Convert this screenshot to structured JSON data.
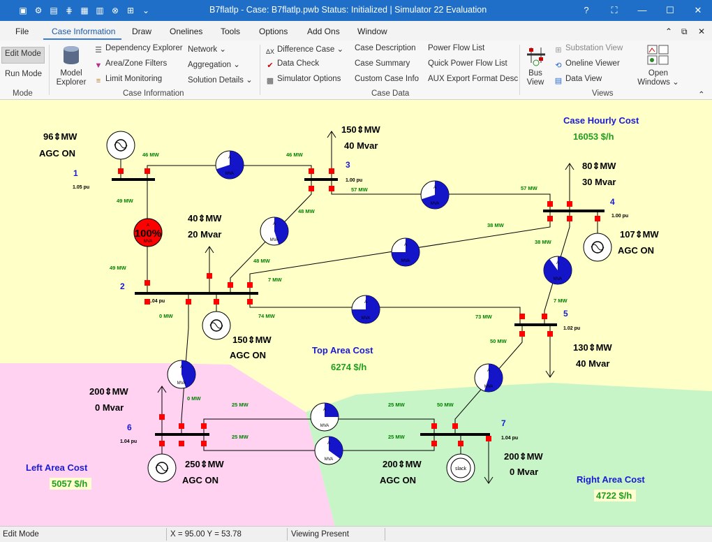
{
  "window": {
    "title": "B7flatlp - Case: B7flatlp.pwb  Status: Initialized | Simulator 22 Evaluation",
    "controls": [
      "?",
      "⛶",
      "—",
      "☐",
      "✕"
    ]
  },
  "menu": {
    "tabs": [
      "File",
      "Case Information",
      "Draw",
      "Onelines",
      "Tools",
      "Options",
      "Add Ons",
      "Window"
    ],
    "active": "Case Information",
    "ribbon_right": [
      "⌃",
      "⧉",
      "✕"
    ]
  },
  "ribbon": {
    "mode": {
      "edit": "Edit Mode",
      "run": "Run Mode",
      "label": "Mode"
    },
    "case_info": {
      "model_explorer": "Model Explorer",
      "items": [
        "Dependency Explorer",
        "Area/Zone Filters",
        "Limit Monitoring"
      ],
      "dropdowns": [
        "Network",
        "Aggregation",
        "Solution Details"
      ],
      "label": "Case Information"
    },
    "case_data": {
      "col1": [
        "Difference Case",
        "Data Check",
        "Simulator Options"
      ],
      "col2": [
        "Case Description",
        "Case Summary",
        "Custom Case Info"
      ],
      "col3": [
        "Power Flow List",
        "Quick Power Flow List",
        "AUX Export Format Desc"
      ],
      "label": "Case Data"
    },
    "views": {
      "bus_view": "Bus View",
      "items": [
        "Substation View",
        "Oneline Viewer",
        "Data View"
      ],
      "open_windows": "Open Windows",
      "label": "Views"
    }
  },
  "oneline": {
    "colors": {
      "top": "#ffffc8",
      "left": "#ffd2f2",
      "right": "#c8f5c8",
      "bus": "#000000",
      "breaker": "#ff0000",
      "flow": "#1414c8",
      "overload": "#ff0000",
      "mva": "#008000",
      "area_title": "#1a1ad2",
      "cost": "#1e9e1e"
    },
    "case_cost": {
      "title": "Case Hourly Cost",
      "value": "16053 $/h"
    },
    "areas": [
      {
        "title": "Top Area Cost",
        "value": "6274 $/h"
      },
      {
        "title": "Left Area Cost",
        "value": "5057 $/h"
      },
      {
        "title": "Right Area Cost",
        "value": "4722 $/h"
      }
    ],
    "buses": [
      {
        "num": "1",
        "pu": "1.05 pu"
      },
      {
        "num": "2",
        "pu": "1.04 pu"
      },
      {
        "num": "3",
        "pu": "1.00 pu"
      },
      {
        "num": "4",
        "pu": "1.00 pu"
      },
      {
        "num": "5",
        "pu": "1.02 pu"
      },
      {
        "num": "6",
        "pu": "1.04 pu"
      },
      {
        "num": "7",
        "pu": "1.04 pu"
      }
    ],
    "generators": [
      {
        "mw": "96",
        "agc": "AGC ON"
      },
      {
        "mw": "150",
        "agc": "AGC ON"
      },
      {
        "mw": "107",
        "agc": "AGC ON"
      },
      {
        "mw": "250",
        "agc": "AGC ON"
      },
      {
        "mw": "200",
        "agc": "AGC ON",
        "slack": "slack"
      }
    ],
    "loads": [
      {
        "mw": "40",
        "mvar": "20 Mvar"
      },
      {
        "mw": "150",
        "mvar": "40 Mvar"
      },
      {
        "mw": "80",
        "mvar": "30 Mvar"
      },
      {
        "mw": "130",
        "mvar": "40 Mvar"
      },
      {
        "mw": "200",
        "mvar": "0 Mvar"
      },
      {
        "mw": "200",
        "mvar": "0 Mvar"
      }
    ],
    "mw_unit": "MW",
    "mva_unit": "MVA",
    "amp_unit": "A",
    "pies": [
      {
        "loading": 0.7
      },
      {
        "loading": 1.0,
        "label": "100%"
      },
      {
        "loading": 0.45
      },
      {
        "loading": 0.7
      },
      {
        "loading": 0.75
      },
      {
        "loading": 0.9
      },
      {
        "loading": 0.75
      },
      {
        "loading": 0.45
      },
      {
        "loading": 0.55
      },
      {
        "loading": 0.25
      },
      {
        "loading": 0.35
      },
      {
        "loading": 0.35
      }
    ],
    "flows": [
      "46 MW",
      "46 MW",
      "49 MW",
      "49 MW",
      "48 MW",
      "48 MW",
      "57 MW",
      "57 MW",
      "38 MW",
      "38 MW",
      "7 MW",
      "7 MW",
      "0 MW",
      "74 MW",
      "73 MW",
      "50 MW",
      "50 MW",
      "0 MW",
      "25 MW",
      "25 MW",
      "25 MW",
      "25 MW"
    ]
  },
  "status": {
    "mode": "Edit Mode",
    "coords": "X = 95.00 Y = 53.78",
    "viewing": "Viewing Present"
  }
}
